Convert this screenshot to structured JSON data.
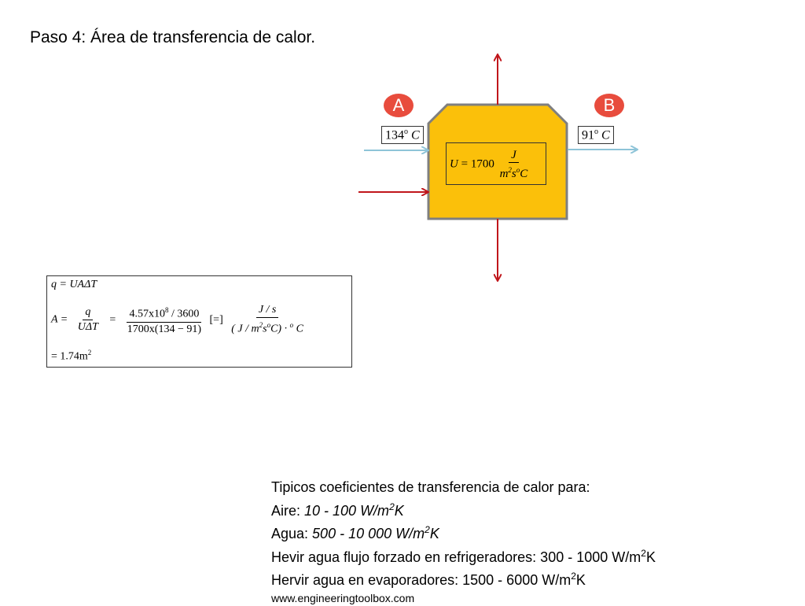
{
  "title": "Paso 4: Área de transferencia de calor.",
  "diagram": {
    "label_a": "A",
    "label_b": "B",
    "temp_in": "134",
    "temp_out": "91",
    "temp_unit": "C",
    "degree": "o",
    "u_eq": {
      "lhs": "U",
      "value": "1700",
      "num": "J",
      "den_m": "m",
      "den_s": "s",
      "den_c": "C",
      "exp": "2",
      "deg": "o"
    },
    "colors": {
      "exchanger_fill": "#fbc00a",
      "exchanger_border": "#7f7f7f",
      "hot_arrow": "#c0161b",
      "cold_arrow": "#8ec4d8",
      "label_circle": "#e84c3d"
    }
  },
  "equations": {
    "line1": "q = UAΔT",
    "a_lhs": "A =",
    "frac1_num": "q",
    "frac1_den": "UΔT",
    "frac2_num": "4.57x10",
    "frac2_num_exp": "8",
    "frac2_num_tail": " / 3600",
    "frac2_den": "1700x(134 − 91)",
    "units_eq": "[=]",
    "frac3_num": "J / s",
    "frac3_den_a": "( J / m",
    "frac3_den_b": "s",
    "frac3_den_c": "C) · ",
    "frac3_den_d": "C",
    "line3": "= 1.74m",
    "line3_exp": "2"
  },
  "info": {
    "heading": "Tipicos coeficientes de transferencia de calor para:",
    "aire_label": "Aire: ",
    "aire_value": "10 - 100 W/m",
    "agua_label": "Agua: ",
    "agua_value": "500 - 10 000 W/m",
    "hevir": "Hevir agua flujo forzado en refrigeradores: 300 - 1000 W/m",
    "hervir": "Hervir agua en evaporadores: 1500 - 6000 W/m",
    "exp": "2",
    "unit_k": "K",
    "url": "www.engineeringtoolbox.com"
  }
}
